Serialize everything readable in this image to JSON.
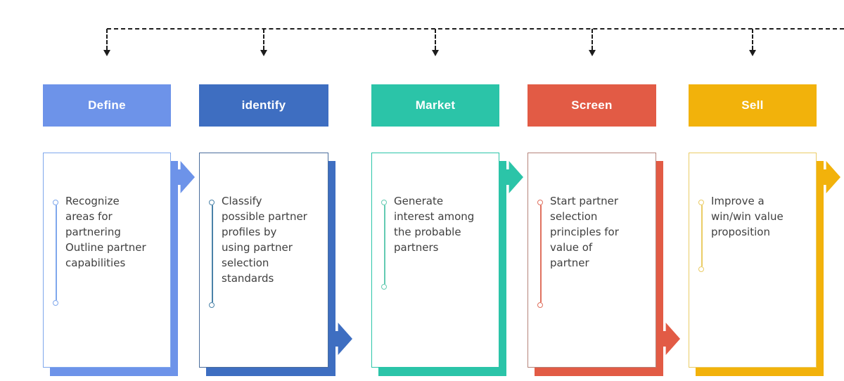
{
  "connector": {
    "style": "dashed",
    "color": "#1c1c1c"
  },
  "stages": [
    {
      "title": "Define",
      "description": "Recognize\nareas for\npartnering\nOutline partner\ncapabilities",
      "colors": {
        "theme": "#6D93E9",
        "card_border": "#7FA7EC",
        "marker": "#7FA7EC"
      }
    },
    {
      "title": "identify",
      "description": "Classify\npossible partner\nprofiles by\nusing partner\nselection\nstandards",
      "colors": {
        "theme": "#3E6EC1",
        "card_border": "#4A6D9C",
        "marker": "#4A82A8"
      }
    },
    {
      "title": "Market",
      "description": "Generate\ninterest among\nthe probable\npartners",
      "colors": {
        "theme": "#2BC4A8",
        "card_border": "#2BC4A8",
        "marker": "#63CBB2"
      }
    },
    {
      "title": "Screen",
      "description": "Start partner\nselection\nprinciples for\nvalue of\npartner",
      "colors": {
        "theme": "#E25B45",
        "card_border": "#B5837A",
        "marker": "#E0715F"
      }
    },
    {
      "title": "Sell",
      "description": "Improve a\nwin/win value\nproposition",
      "colors": {
        "theme": "#F2B20B",
        "card_border": "#EACC66",
        "marker": "#EACC66"
      }
    }
  ]
}
